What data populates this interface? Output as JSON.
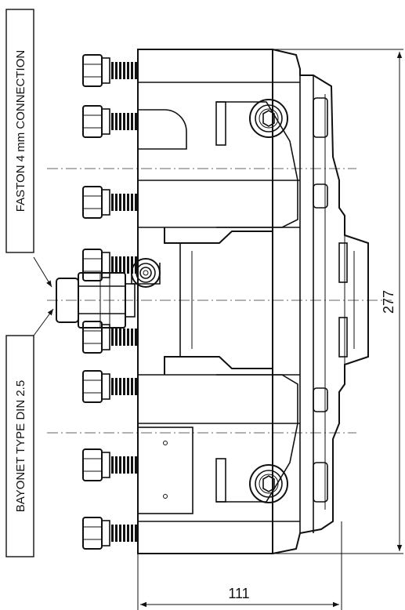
{
  "labels": {
    "faston": "FASTON 4 mm CONNECTION",
    "bayonet": "BAYONET TYPE DIN 2.5"
  },
  "dimensions": {
    "height": "277",
    "width": "111"
  }
}
